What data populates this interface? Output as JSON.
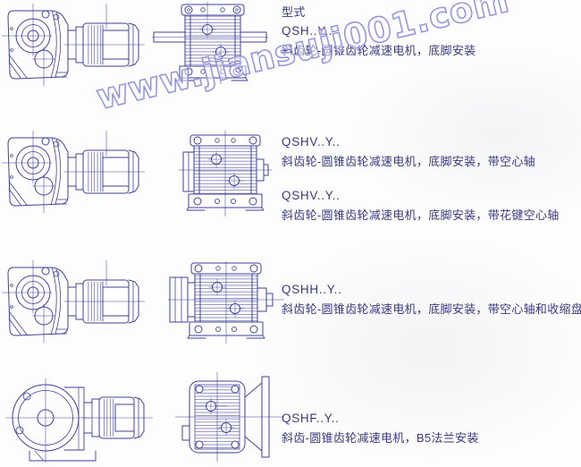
{
  "header": {
    "type_label": "型式"
  },
  "watermark": {
    "text": "www.jiansuji001.com",
    "stroke_color": "#8080d8"
  },
  "colors": {
    "line": "#41419a",
    "text": "#3a3a80"
  },
  "sections": [
    {
      "drawing_left": "helical-bevel-gearmotor-side-view-foot-mounted",
      "drawing_right": "gearbox-front-view-solid-shaft",
      "entries": [
        {
          "model": "QSH..Y..",
          "description": "斜齿轮-圆锥齿轮减速电机，底脚安装"
        }
      ]
    },
    {
      "drawing_left": "helical-bevel-gearmotor-side-view-foot-mounted",
      "drawing_right": "gearbox-front-view-hollow-shaft",
      "entries": [
        {
          "model": "QSHV..Y..",
          "description": "斜齿轮-圆锥齿轮减速电机，底脚安装，带空心轴"
        },
        {
          "model": "QSHV..Y..",
          "description": "斜齿轮-圆锥齿轮减速电机，底脚安装，带花键空心轴"
        }
      ]
    },
    {
      "drawing_left": "helical-bevel-gearmotor-side-view-foot-mounted",
      "drawing_right": "gearbox-front-view-hollow-shaft-shrink-disk",
      "entries": [
        {
          "model": "QSHH..Y..",
          "description": "斜齿轮-圆锥齿轮减速电机，底脚安装，带空心轴和收缩盘"
        }
      ]
    },
    {
      "drawing_left": "helical-bevel-gearmotor-side-view-b5-flange",
      "drawing_right": "gearbox-front-view-b5-flange",
      "entries": [
        {
          "model": "QSHF..Y..",
          "description": "斜齿-圆锥齿轮减速电机，B5法兰安装"
        }
      ]
    }
  ]
}
